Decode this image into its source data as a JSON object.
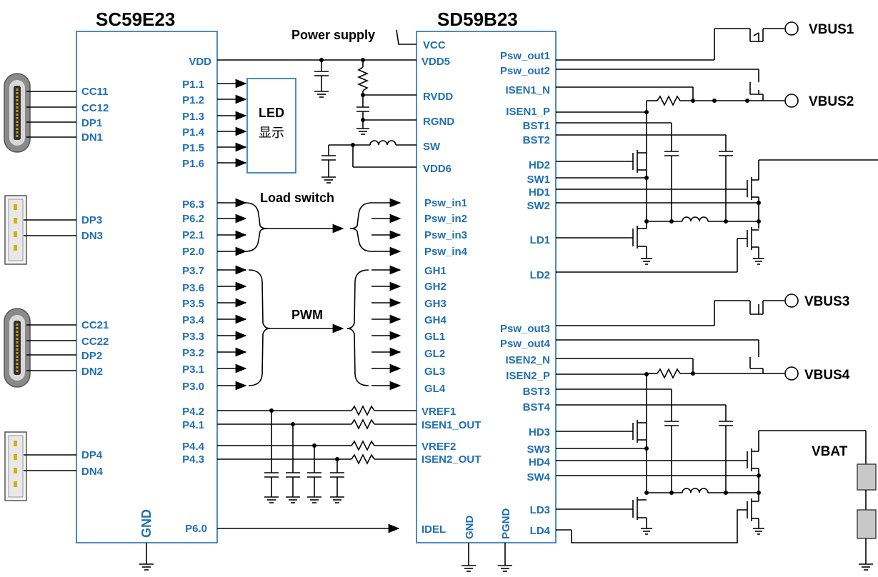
{
  "ic1": {
    "name": "SC59E23",
    "right_pins": [
      "VDD",
      "P1.1",
      "P1.2",
      "P1.3",
      "P1.4",
      "P1.5",
      "P1.6",
      "P6.3",
      "P6.2",
      "P2.1",
      "P2.0",
      "P3.7",
      "P3.6",
      "P3.5",
      "P3.4",
      "P3.3",
      "P3.2",
      "P3.1",
      "P3.0",
      "P4.2",
      "P4.1",
      "P4.4",
      "P4.3",
      "P6.0"
    ],
    "left_pins": [
      "CC11",
      "CC12",
      "DP1",
      "DN1",
      "DP3",
      "DN3",
      "CC21",
      "CC22",
      "DP2",
      "DN2",
      "DP4",
      "DN4"
    ],
    "gnd": "GND"
  },
  "ic2": {
    "name": "SD59B23",
    "left_pins": [
      "VCC",
      "VDD5",
      "RVDD",
      "RGND",
      "SW",
      "VDD6",
      "Psw_in1",
      "Psw_in2",
      "Psw_in3",
      "Psw_in4",
      "GH1",
      "GH2",
      "GH3",
      "GH4",
      "GL1",
      "GL2",
      "GL3",
      "GL4",
      "VREF1",
      "ISEN1_OUT",
      "VREF2",
      "ISEN2_OUT",
      "IDEL"
    ],
    "right_pins": [
      "Psw_out1",
      "Psw_out2",
      "ISEN1_N",
      "ISEN1_P",
      "BST1",
      "BST2",
      "HD2",
      "SW1",
      "HD1",
      "SW2",
      "LD1",
      "LD2",
      "Psw_out3",
      "Psw_out4",
      "ISEN2_N",
      "ISEN2_P",
      "BST3",
      "BST4",
      "HD3",
      "SW3",
      "HD4",
      "SW4",
      "LD3",
      "LD4"
    ],
    "gnd": "GND",
    "pgnd": "PGND"
  },
  "labels": {
    "power_supply": "Power supply",
    "led_line1": "LED",
    "led_line2": "显示",
    "load_switch": "Load switch",
    "pwm": "PWM",
    "vbus1": "VBUS1",
    "vbus2": "VBUS2",
    "vbus3": "VBUS3",
    "vbus4": "VBUS4",
    "vbat": "VBAT"
  }
}
